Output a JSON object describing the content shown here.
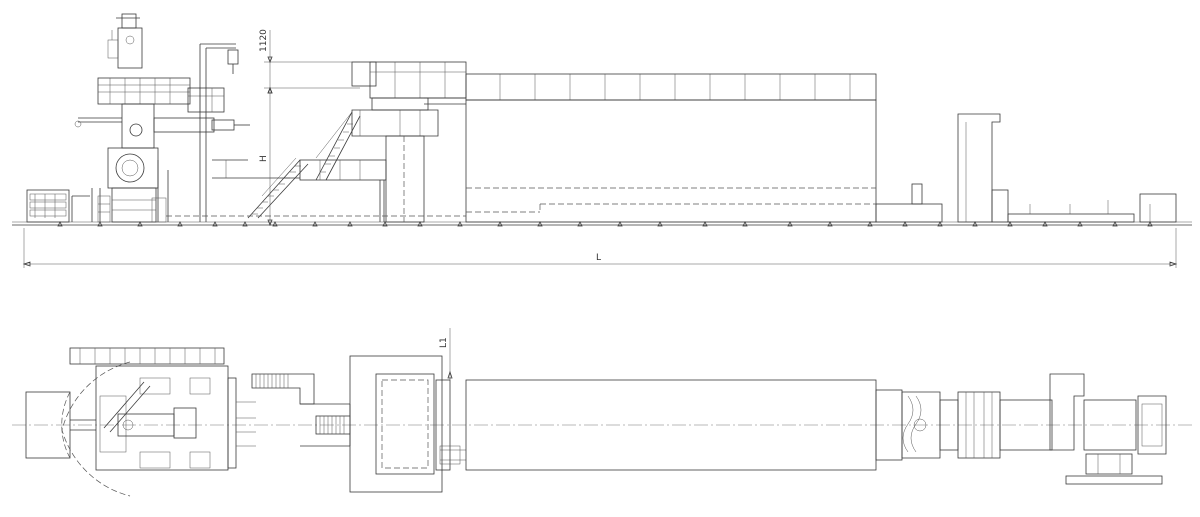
{
  "dimensions": {
    "overall_length": "L",
    "height": "H",
    "top_height": "1120",
    "plan_offset": "L1"
  },
  "colors": {
    "line": "#3a3a3a",
    "background": "#ffffff"
  }
}
